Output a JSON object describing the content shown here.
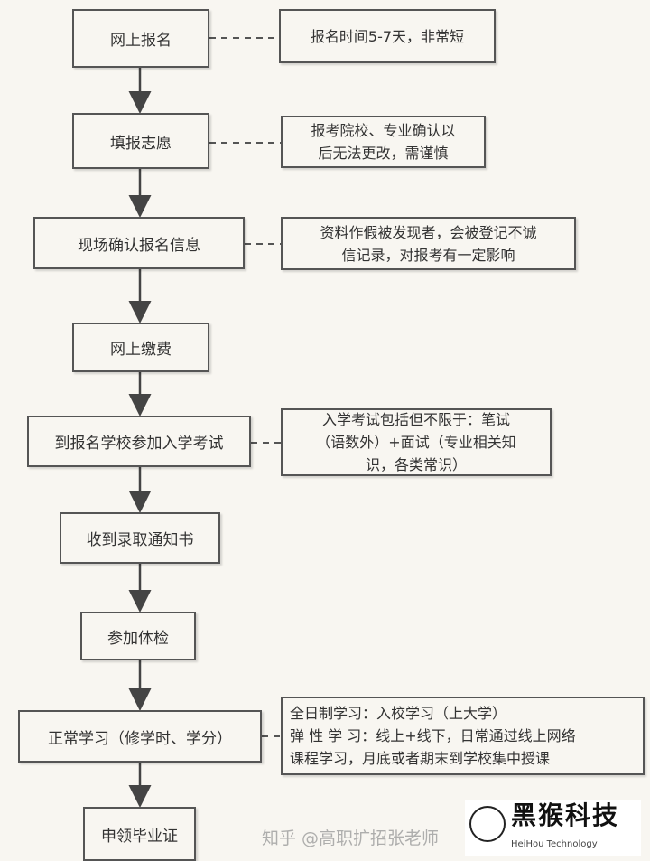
{
  "steps": [
    "网上报名",
    "填报志愿",
    "现场确认报名信息",
    "网上缴费",
    "到报名学校参加入学考试",
    "收到录取通知书",
    "参加体检",
    "正常学习（修学时、学分）",
    "申领毕业证"
  ],
  "notes": {
    "n1": "报名时间5-7天，非常短",
    "n2": "报考院校、专业确认以\n后无法更改，需谨慎",
    "n3": "资料作假被发现者，会被登记不诚\n信记录，对报考有一定影响",
    "n5": "入学考试包括但不限于：笔试\n（语数外）+面试（专业相关知\n识，各类常识）",
    "n8": "全日制学习：入校学习（上大学）\n弹 性 学 习：线上+线下，日常通过线上网络\n课程学习，月底或者期末到学校集中授课"
  },
  "watermark": {
    "logo": "黑猴科技",
    "logo_sub": "HeiHou Technology",
    "zhihu": "知乎 @高职扩招张老师"
  }
}
